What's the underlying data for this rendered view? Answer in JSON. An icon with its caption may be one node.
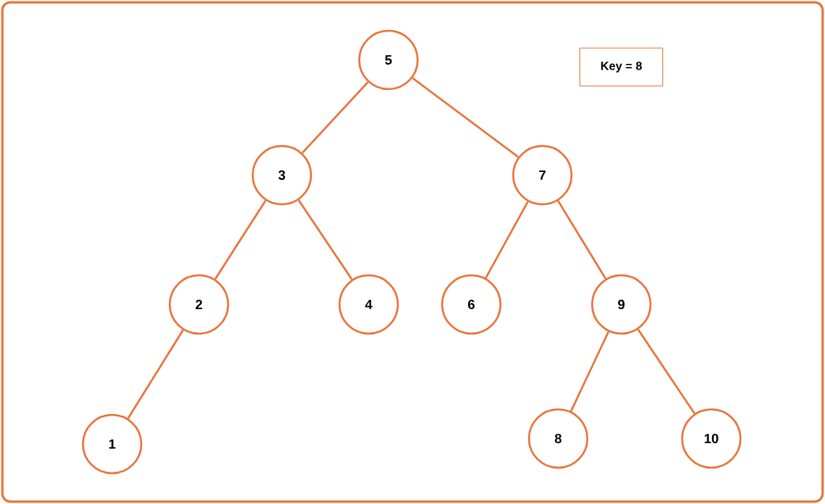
{
  "diagram": {
    "nodes": [
      {
        "text": [
          "5"
        ]
      },
      {
        "text": [
          "3"
        ]
      },
      {
        "text": [
          "7"
        ]
      },
      {
        "text": [
          "2"
        ]
      },
      {
        "text": [
          "4"
        ]
      },
      {
        "text": [
          "6"
        ]
      },
      {
        "text": [
          "9"
        ]
      },
      {
        "text": [
          "1"
        ]
      },
      {
        "text": [
          "8"
        ]
      },
      {
        "text": [
          "10"
        ]
      },
      {
        "text": [
          "Key = 8"
        ]
      }
    ],
    "edges": [
      {
        "from": 0,
        "to": 1,
        "arrow": "none"
      },
      {
        "from": 0,
        "to": 2,
        "arrow": "none"
      },
      {
        "from": 1,
        "to": 3,
        "arrow": "none"
      },
      {
        "from": 1,
        "to": 4,
        "arrow": "none"
      },
      {
        "from": 2,
        "to": 5,
        "arrow": "none"
      },
      {
        "from": 2,
        "to": 6,
        "arrow": "none"
      },
      {
        "from": 3,
        "to": 7,
        "arrow": "none"
      },
      {
        "from": 6,
        "to": 8,
        "arrow": "none"
      },
      {
        "from": 6,
        "to": 9,
        "arrow": "none"
      }
    ]
  }
}
